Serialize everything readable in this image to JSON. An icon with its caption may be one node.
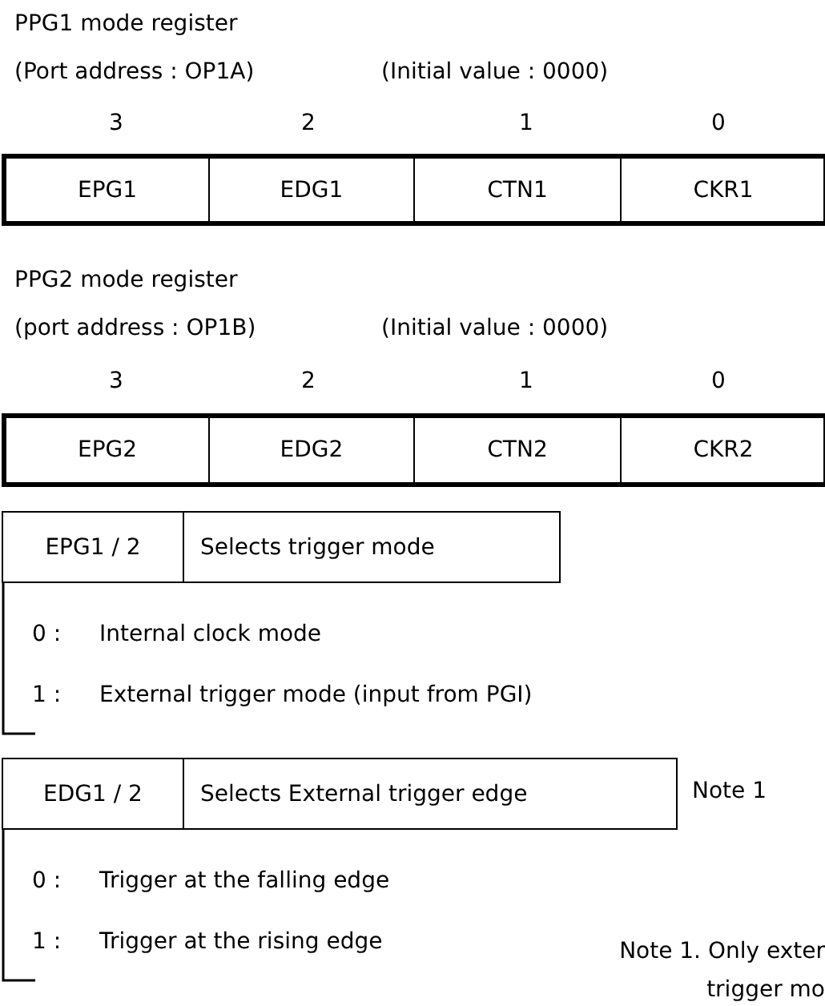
{
  "diagram": {
    "labels": [
      "PPG1 mode register",
      "(Port address : OP1A)",
      "(Initial value : 0000)",
      "3",
      "2",
      "1",
      "0",
      "EPG1",
      "EDG1",
      "CTN1",
      "CKR1",
      "PPG2 mode register",
      "(port address : OP1B)",
      "(Initial value : 0000)",
      "3",
      "2",
      "1",
      "0",
      "EPG2",
      "EDG2",
      "CTN2",
      "CKR2",
      "EPG1 / 2",
      "Selects trigger mode",
      "0 :",
      "Internal clock mode",
      "1 :",
      "External trigger mode (input from PGI)",
      "EDG1 / 2",
      "Selects External trigger edge",
      "Note 1",
      "0 :",
      "Trigger at the falling edge",
      "1 :",
      "Trigger at the rising edge",
      "Note 1. Only exter trigger mo"
    ]
  }
}
